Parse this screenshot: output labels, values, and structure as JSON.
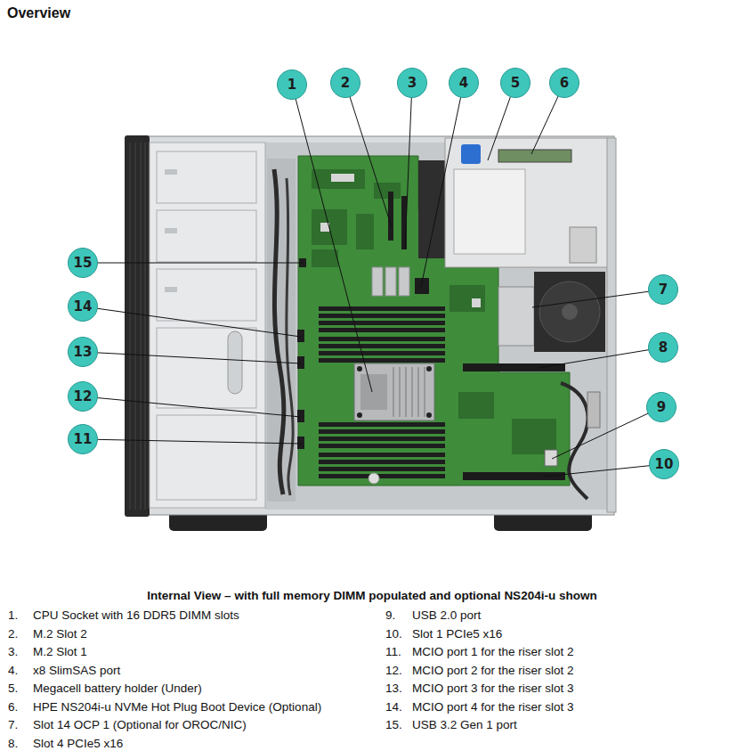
{
  "diagram": {
    "title": "Overview",
    "caption": "Internal View – with full memory DIMM populated and optional NS204i-u shown",
    "nodes": [
      {
        "text": [
          "1"
        ]
      },
      {
        "text": [
          "2"
        ]
      },
      {
        "text": [
          "3"
        ]
      },
      {
        "text": [
          "4"
        ]
      },
      {
        "text": [
          "5"
        ]
      },
      {
        "text": [
          "6"
        ]
      },
      {
        "text": [
          "15"
        ]
      },
      {
        "text": [
          "7"
        ]
      },
      {
        "text": [
          "14"
        ]
      },
      {
        "text": [
          "8"
        ]
      },
      {
        "text": [
          "13"
        ]
      },
      {
        "text": [
          "12"
        ]
      },
      {
        "text": [
          "9"
        ]
      },
      {
        "text": [
          "11"
        ]
      },
      {
        "text": [
          "10"
        ]
      }
    ],
    "labels": [
      "1.",
      "CPU Socket with 16 DDR5 DIMM slots",
      "2.",
      "M.2 Slot 2",
      "3.",
      "M.2 Slot 1",
      "4.",
      "x8 SlimSAS port",
      "5.",
      "Megacell battery holder (Under)",
      "6.",
      "HPE NS204i-u NVMe Hot Plug Boot Device (Optional)",
      "7.",
      "Slot 14 OCP 1 (Optional for OROC/NIC)",
      "8.",
      "Slot 4 PCIe5 x16",
      "9.",
      "USB 2.0 port",
      "10.",
      "Slot 1 PCIe5 x16",
      "11.",
      "MCIO port 1 for the riser slot 2",
      "12.",
      "MCIO port 2 for the riser slot 2",
      "13.",
      "MCIO port 3 for the riser slot 3",
      "14.",
      "MCIO port 4 for the riser slot 3",
      "15.",
      "USB 3.2 Gen 1 port"
    ]
  }
}
